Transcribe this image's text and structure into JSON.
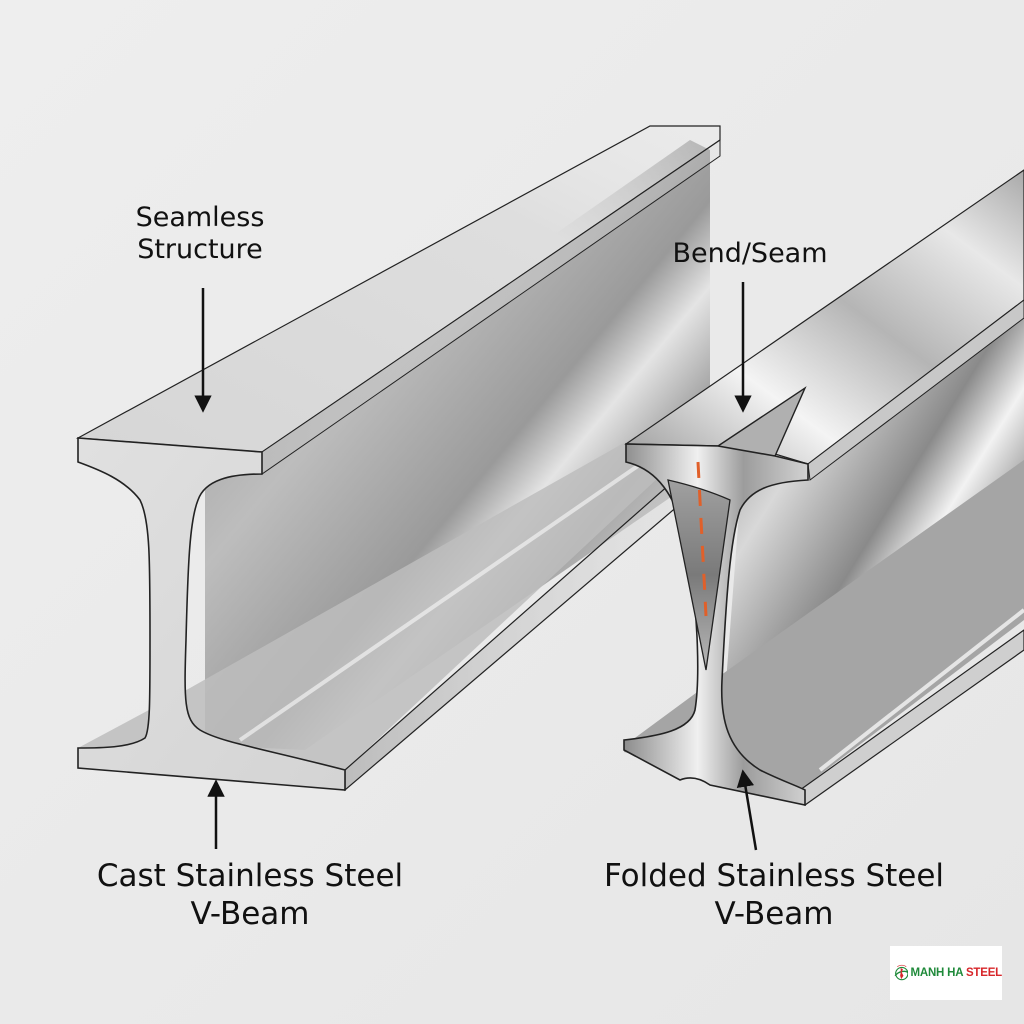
{
  "figure": {
    "background": "#ececec",
    "left_beam": {
      "name": "Cast Stainless Steel V-Beam",
      "callout": "Seamless Structure",
      "caption_line1": "Cast Stainless Steel",
      "caption_line2": "V-Beam",
      "finish": "matte-textured"
    },
    "right_beam": {
      "name": "Folded Stainless Steel V-Beam",
      "callout": "Bend/Seam",
      "caption_line1": "Folded Stainless Steel",
      "caption_line2": "V-Beam",
      "finish": "polished",
      "seam_line_color": "#e0602a"
    }
  },
  "labels": {
    "seamless_line1": "Seamless",
    "seamless_line2": "Structure",
    "bend_seam": "Bend/Seam",
    "cast_line1": "Cast Stainless Steel",
    "cast_line2": "V-Beam",
    "folded_line1": "Folded Stainless Steel",
    "folded_line2": "V-Beam"
  },
  "logo": {
    "icon": "globe-map-icon",
    "text_part1": "MANH HA ",
    "text_part2": "STEEL",
    "color_green": "#1f8a3a",
    "color_red": "#d7262a"
  }
}
